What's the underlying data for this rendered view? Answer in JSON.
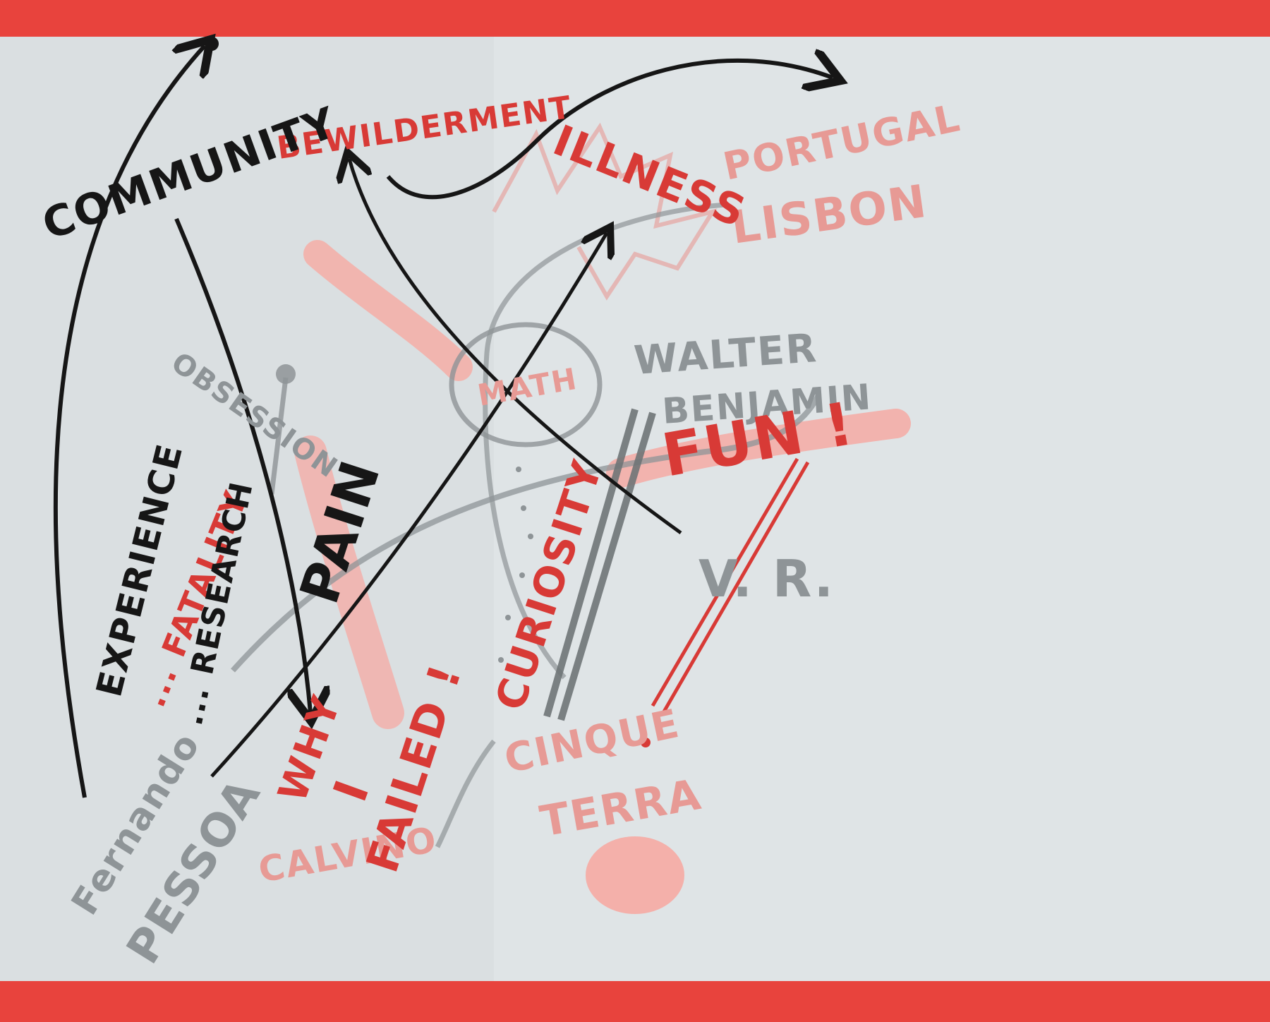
{
  "photo": {
    "description_free": true,
    "colors": {
      "tape": "#e8433d",
      "paper": "#dfe4e6",
      "ink_black": "#161616",
      "ink_red": "#d83a36",
      "ink_red_faded": "#e79a95",
      "ink_gray_faded": "#8e9497",
      "highlight_pink": "#f6aaa3"
    }
  },
  "labels": {
    "community": "COMMUNITY",
    "bewildermerment": "BEWILDERMENT",
    "illness": "ILLNESS",
    "portugal": "PORTUGAL",
    "lisbon": "LISBON",
    "walter": "WALTER",
    "benjamin": "BENJAMIN",
    "math": "MATH",
    "fun": "FUN !",
    "vr": "V. R.",
    "pain": "PAIN",
    "obsession": "OBSESSION",
    "experience": "EXPERIENCE",
    "fatality": "... FATALITY",
    "research": "... RESEARCH",
    "curiosity": "CURIOSITY",
    "why": "WHY",
    "i": "I",
    "failed": "FAILED !",
    "cinque": "CINQUE",
    "terra": "TERRA",
    "calvino": "CALVINO",
    "fernando": "Fernando",
    "pessoa": "PESSOA"
  }
}
